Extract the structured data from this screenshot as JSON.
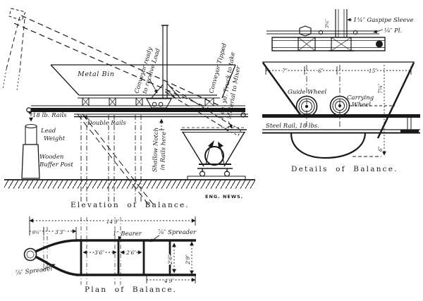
{
  "drawing": {
    "colors": {
      "ink": "#1a1a1a",
      "paper": "#ffffff"
    }
  },
  "elevation": {
    "caption": "Elevation of Balance.",
    "credit": "ENG. NEWS.",
    "labels": {
      "metal_bin": "Metal Bin",
      "conveyor_ready_1": "Conveyor ready",
      "conveyor_ready_2": "to receive Load",
      "conveyor_tipped": "Conveyor Tipped",
      "truck_note_1": "1 cu. yd. Truck to take",
      "truck_note_2": "Material to Mixer",
      "rails": "18 lb. Rails",
      "lead_weight_1": "Lead",
      "lead_weight_2": "Weight",
      "buffer_post_1": "Wooden",
      "buffer_post_2": "Buffer Post",
      "double_rails": "Double Rails",
      "notch_1": "Shallow Notch",
      "notch_2": "in Rails here"
    }
  },
  "details": {
    "caption": "Details of Balance.",
    "labels": {
      "gaspipe_sleeve": "1¼″ Gaspipe Sleeve",
      "plate": "⅛″ Pl.",
      "pipe_offset": "3¼″",
      "span_left": "7″",
      "span_mid": "6″",
      "span_right": "15″",
      "guide_wheel": "Guide Wheel",
      "carrying_wheel_1": "Carrying",
      "carrying_wheel_2": "Wheel",
      "steel_rail": "Steel Rail, 18 lbs.",
      "height": "7¼″",
      "drop": "6″"
    }
  },
  "plan": {
    "caption": "Plan of Balance.",
    "labels": {
      "overall_length": "14′9″",
      "offset_left": "9½″",
      "span_3_3": "3′3″",
      "bearer": "1″ Bearer",
      "spreader_top": "⅞″ Spreader",
      "spreader_bottom": "⅞″ Spreader",
      "span_3_6": "3′6″",
      "span_2_6": "2′6″",
      "width_inner": "2′6″",
      "width_outer": "2′9″",
      "span_4_9": "4′9″"
    }
  }
}
